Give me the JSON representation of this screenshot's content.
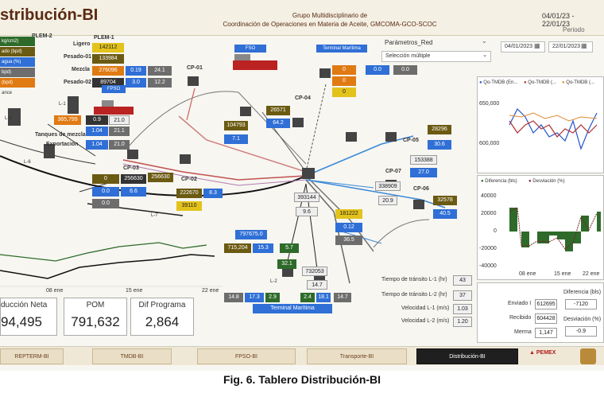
{
  "header": {
    "title": "stribución-BI",
    "subtitle_line1": "Grupo Multidisciplinario de",
    "subtitle_line2": "Coordinación de Operaciones en Materia de Aceite, GMCOMA-GCO-SCOC",
    "date_range": "04/01/23 - 22/01/23",
    "period_label": "Periodo"
  },
  "filters": {
    "param_label": "Parámetros_Red",
    "select_placeholder": "Selección múltiple",
    "date_from": "04/01/2023",
    "date_to": "22/01/2023"
  },
  "left_legend": [
    {
      "label": "kg/cm2)",
      "color": "#2e6b2a"
    },
    {
      "label": "ado (bpd)",
      "color": "#6b5a12"
    },
    {
      "label": "agua (%)",
      "color": "#2f6fd6"
    },
    {
      "label": "bpd)",
      "color": "#6d6d6d"
    },
    {
      "label": "(bpd)",
      "color": "#e07a12"
    },
    {
      "label": "ance",
      "color": "#f7f6f1"
    }
  ],
  "map": {
    "labels": {
      "plem2": "PLEM-2",
      "plem1": "PLEM-1",
      "ligero": "Ligero",
      "pesado01": "Pesado-01",
      "mezcla": "Mezcla",
      "pesado02": "Pesado-02",
      "fpso": "FPSO",
      "fso": "FSO",
      "terminal_top": "Terminal Marítima",
      "terminal_bottom": "Terminal Marítima",
      "tanques": "Tanques de mezcla",
      "exportacion": "Exportación",
      "cp01": "CP-01",
      "cp02": "CP-02",
      "cp03": "CP-03",
      "cp04": "CP-04",
      "cp05": "CP-05",
      "cp06": "CP-06",
      "cp07": "CP-07",
      "l1": "L-1",
      "l2": "L-2",
      "l7": "L-7",
      "l6": "L-6",
      "l5": "L-5"
    },
    "plem_values": {
      "ligero": "142112",
      "pesado01": "133984",
      "mezcla": "276096",
      "mezcla_b": "0.19",
      "mezcla_c": "24.1",
      "pesado02": "89704",
      "pesado02_b": "3.0",
      "pesado02_c": "12.2"
    },
    "tanques": {
      "v1": "365,799",
      "v2": "0.9",
      "v3": "21.0",
      "v4": "1.04",
      "v5": "21.1",
      "v6": "1.04",
      "v7": "21.0"
    },
    "cp01": {
      "v1": "104793",
      "v2": "7.1"
    },
    "cp04": {
      "v1": "26571",
      "v2": "64.2"
    },
    "cp03": {
      "v1": "0",
      "v2": "256630",
      "v3": "256630",
      "v4": "0.0",
      "v5": "6.6",
      "v6": "0.0"
    },
    "cp02": {
      "v1": "222670",
      "v2": "8.3",
      "v3": "39110"
    },
    "fso_values": {
      "v1": "0",
      "v2": "0.0",
      "v3": "0.0",
      "v4": "0",
      "v5": "0"
    },
    "cp05": {
      "v1": "28296",
      "v2": "30.6",
      "v3": "153388",
      "v4": "27.0"
    },
    "cp07": {
      "v1": "338909",
      "v2": "20.9"
    },
    "cp06": {
      "v1": "32578",
      "v2": "40.5"
    },
    "center": {
      "v1": "393144",
      "v2": "9.6",
      "v3": "181222",
      "v4": "0.12",
      "v5": "36.5"
    },
    "bottom": {
      "v1": "797675.0",
      "v2": "715,204",
      "v3": "15.3",
      "v4": "5.7",
      "v5": "32.1",
      "v6": "732053",
      "v7": "14.7",
      "v8": "14.8",
      "v9": "17.3",
      "v10": "2.9",
      "v11": "2.4",
      "v12": "18.1",
      "v13": "14.7"
    }
  },
  "transit": [
    {
      "label": "Tiempo de tránsito L-1 (hr)",
      "value": "43"
    },
    {
      "label": "Tiempo de tránsito L-2 (hr)",
      "value": "37"
    },
    {
      "label": "Velocidad L-1 (m/s)",
      "value": "1.03"
    },
    {
      "label": "Velocidad L-2 (m/s)",
      "value": "1.20"
    }
  ],
  "mini_chart": {
    "x_labels": [
      "08 ene",
      "15 ene",
      "22 ene"
    ]
  },
  "kpis": [
    {
      "label": "ducción Neta",
      "value": "94,495"
    },
    {
      "label": "POM",
      "value": "791,632"
    },
    {
      "label": "Dif Programa",
      "value": "2,864"
    }
  ],
  "line_panel": {
    "legend": [
      "Qo-TMDB (En...",
      "Qo-TMDB (...",
      "Qo-TMDB (..."
    ],
    "y_ticks": [
      "650,000",
      "600,000"
    ]
  },
  "diff_panel": {
    "legend": [
      "Diferencia (bls)",
      "Desviación (%)"
    ],
    "y_ticks": [
      "40000",
      "20000",
      "0",
      "-20000",
      "-40000"
    ],
    "x_labels": [
      "08 ene",
      "15 ene",
      "22 ene"
    ]
  },
  "summary": {
    "enviado_label": "Enviado I",
    "enviado_value": "612695",
    "recibido_label": "Recibido",
    "recibido_value": "604428",
    "merma_label": "Merma",
    "merma_value": "1,147",
    "diferencia_label": "Diferencia (bls)",
    "diferencia_value": "-7120",
    "desviacion_label": "Desviación (%)",
    "desviacion_value": "-0.9"
  },
  "tabs": [
    "REPTERM-BI",
    "TMDB-BI",
    "FPSO-BI",
    "Transporte-BI",
    "Distribución-BI"
  ],
  "active_tab": "Distribución-BI",
  "logos": {
    "pemex": "PEMEX"
  },
  "caption": "Fig. 6. Tablero Distribución-BI"
}
